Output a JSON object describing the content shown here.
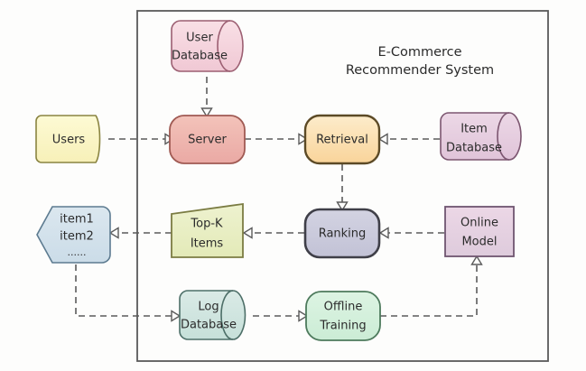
{
  "diagram": {
    "title_line1": "E-Commerce",
    "title_line2": "Recommender System",
    "nodes": {
      "user_database": {
        "line1": "User",
        "line2": "Database",
        "shape": "cylinder",
        "fill": "#f6d6de",
        "stroke": "#9c5f72"
      },
      "users": {
        "line1": "Users",
        "line2": "",
        "shape": "document",
        "fill": "#fbf7c8",
        "stroke": "#8a8441"
      },
      "server": {
        "line1": "Server",
        "line2": "",
        "shape": "rounded-rect",
        "fill": "#f0b7b0",
        "stroke": "#a05a53"
      },
      "retrieval": {
        "line1": "Retrieval",
        "line2": "",
        "shape": "rounded-rect",
        "fill": "#fbdfae",
        "stroke": "#5c4a26"
      },
      "item_database": {
        "line1": "Item",
        "line2": "Database",
        "shape": "cylinder",
        "fill": "#e7cfe0",
        "stroke": "#7c5670"
      },
      "item_list": {
        "line1": "item1",
        "line2": "item2",
        "line3": "......",
        "shape": "hex-document",
        "fill": "#d4e2ec",
        "stroke": "#5d7b90"
      },
      "topk_items": {
        "line1": "Top-K",
        "line2": "Items",
        "shape": "trapezoid",
        "fill": "#e9eec4",
        "stroke": "#7b7c43"
      },
      "ranking": {
        "line1": "Ranking",
        "line2": "",
        "shape": "rounded-rect",
        "fill": "#cbcbdd",
        "stroke": "#3f3f48"
      },
      "online_model": {
        "line1": "Online",
        "line2": "Model",
        "shape": "rect",
        "fill": "#e6cfe0",
        "stroke": "#6f5570"
      },
      "log_database": {
        "line1": "Log",
        "line2": "Database",
        "shape": "cylinder",
        "fill": "#cfe5e0",
        "stroke": "#4d6f68"
      },
      "offline_training": {
        "line1": "Offline",
        "line2": "Training",
        "shape": "rounded-rect",
        "fill": "#d4f0dc",
        "stroke": "#4d7a5c"
      }
    },
    "edges": [
      {
        "name": "users-to-server",
        "from": "users",
        "to": "server"
      },
      {
        "name": "user-database-to-server",
        "from": "user_database",
        "to": "server"
      },
      {
        "name": "server-to-retrieval",
        "from": "server",
        "to": "retrieval"
      },
      {
        "name": "item-database-to-retrieval",
        "from": "item_database",
        "to": "retrieval"
      },
      {
        "name": "retrieval-to-ranking",
        "from": "retrieval",
        "to": "ranking"
      },
      {
        "name": "online-model-to-ranking",
        "from": "online_model",
        "to": "ranking"
      },
      {
        "name": "ranking-to-topk-items",
        "from": "ranking",
        "to": "topk_items"
      },
      {
        "name": "topk-items-to-item-list",
        "from": "topk_items",
        "to": "item_list"
      },
      {
        "name": "item-list-to-log-database",
        "from": "item_list",
        "to": "log_database"
      },
      {
        "name": "log-database-to-offline-training",
        "from": "log_database",
        "to": "offline_training"
      },
      {
        "name": "offline-training-to-online-model",
        "from": "offline_training",
        "to": "online_model"
      }
    ]
  }
}
